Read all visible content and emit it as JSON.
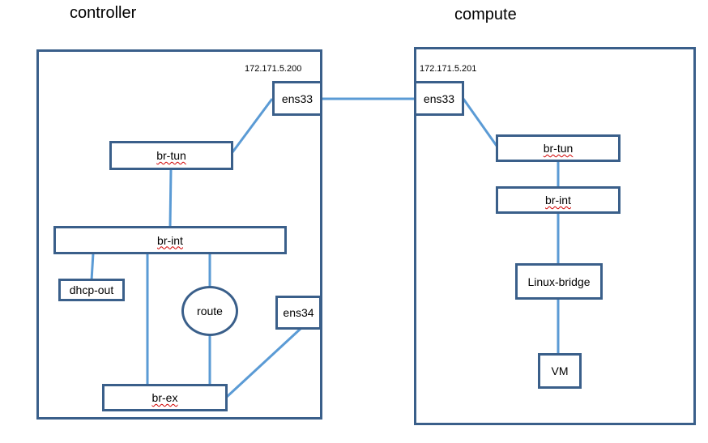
{
  "controller": {
    "title": "controller",
    "ip": "172.171.5.200",
    "ens33": "ens33",
    "br_tun": "br-tun",
    "br_int": "br-int",
    "dhcp_out": "dhcp-out",
    "route": "route",
    "ens34": "ens34",
    "br_ex": "br-ex"
  },
  "compute": {
    "title": "compute",
    "ip": "172.171.5.201",
    "ens33": "ens33",
    "br_tun": "br-tun",
    "br_int": "br-int",
    "linux_bridge": "Linux-bridge",
    "vm": "VM"
  },
  "colors": {
    "box_border": "#3a5f8a",
    "link": "#5b9bd5",
    "spellcheck": "#d00000"
  }
}
